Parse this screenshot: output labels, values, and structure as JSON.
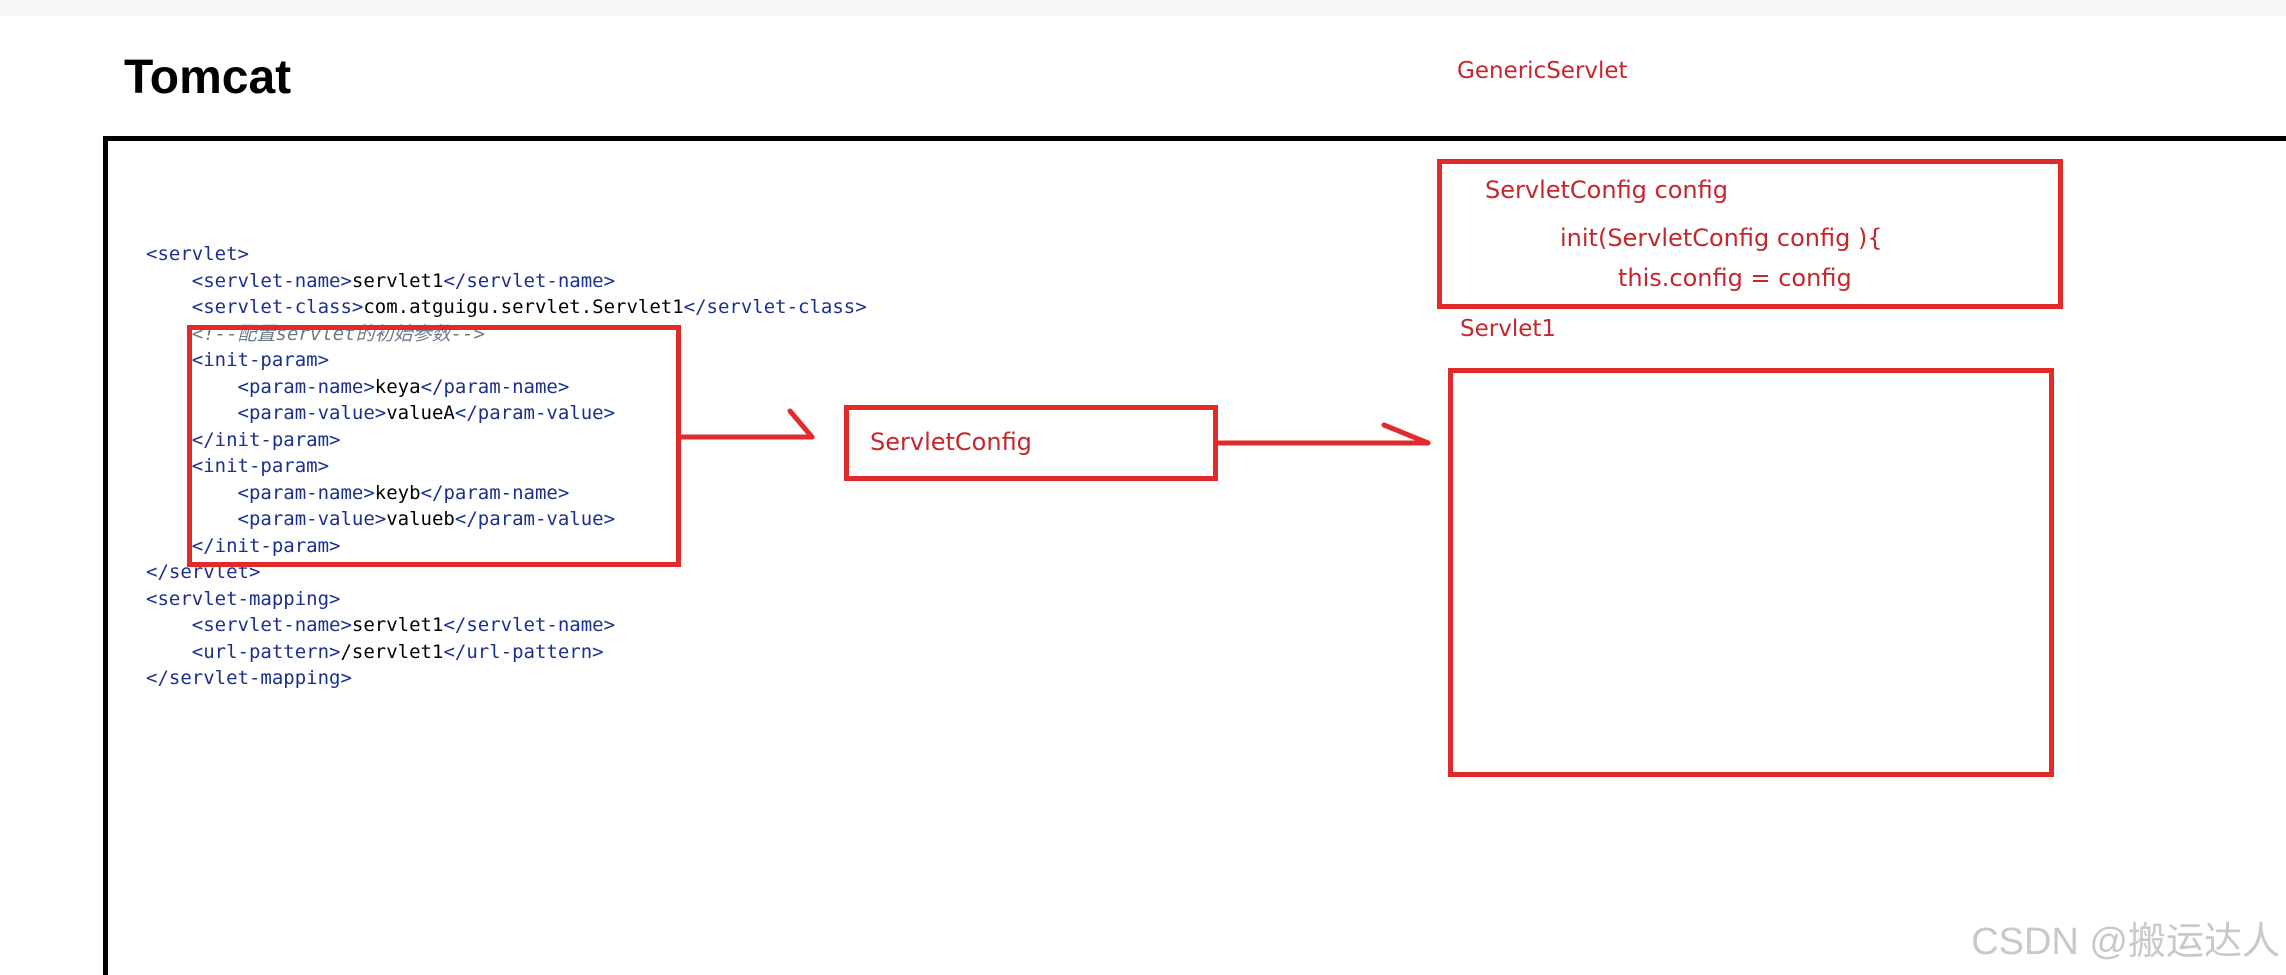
{
  "title": "Tomcat",
  "colors": {
    "accent_red": "#e12a2a",
    "label_red": "#c4272c",
    "tag_blue": "#1b2f8f"
  },
  "xml_lines": [
    {
      "indent": 0,
      "parts": [
        {
          "t": "tag",
          "v": "<servlet>"
        }
      ]
    },
    {
      "indent": 1,
      "parts": [
        {
          "t": "tag",
          "v": "<servlet-name>"
        },
        {
          "t": "plain",
          "v": "servlet1"
        },
        {
          "t": "tag",
          "v": "</servlet-name>"
        }
      ]
    },
    {
      "indent": 1,
      "parts": [
        {
          "t": "tag",
          "v": "<servlet-class>"
        },
        {
          "t": "plain",
          "v": "com.atguigu.servlet.Servlet1"
        },
        {
          "t": "tag",
          "v": "</servlet-class>"
        }
      ]
    },
    {
      "indent": 1,
      "parts": [
        {
          "t": "comment",
          "v": "<!--配置servlet的初始参数-->"
        }
      ]
    },
    {
      "indent": 1,
      "parts": [
        {
          "t": "tag",
          "v": "<init-param>"
        }
      ]
    },
    {
      "indent": 2,
      "parts": [
        {
          "t": "tag",
          "v": "<param-name>"
        },
        {
          "t": "plain",
          "v": "keya"
        },
        {
          "t": "tag",
          "v": "</param-name>"
        }
      ]
    },
    {
      "indent": 2,
      "parts": [
        {
          "t": "tag",
          "v": "<param-value>"
        },
        {
          "t": "plain",
          "v": "valueA"
        },
        {
          "t": "tag",
          "v": "</param-value>"
        }
      ]
    },
    {
      "indent": 1,
      "parts": [
        {
          "t": "tag",
          "v": "</init-param>"
        }
      ]
    },
    {
      "indent": 1,
      "parts": [
        {
          "t": "tag",
          "v": "<init-param>"
        }
      ]
    },
    {
      "indent": 2,
      "parts": [
        {
          "t": "tag",
          "v": "<param-name>"
        },
        {
          "t": "plain",
          "v": "keyb"
        },
        {
          "t": "tag",
          "v": "</param-name>"
        }
      ]
    },
    {
      "indent": 2,
      "parts": [
        {
          "t": "tag",
          "v": "<param-value>"
        },
        {
          "t": "plain",
          "v": "valueb"
        },
        {
          "t": "tag",
          "v": "</param-value>"
        }
      ]
    },
    {
      "indent": 1,
      "parts": [
        {
          "t": "tag",
          "v": "</init-param>"
        }
      ]
    },
    {
      "indent": 0,
      "parts": [
        {
          "t": "tag",
          "v": "</servlet>"
        }
      ]
    },
    {
      "indent": 0,
      "parts": [
        {
          "t": "tag",
          "v": "<servlet-mapping>"
        }
      ]
    },
    {
      "indent": 1,
      "parts": [
        {
          "t": "tag",
          "v": "<servlet-name>"
        },
        {
          "t": "plain",
          "v": "servlet1"
        },
        {
          "t": "tag",
          "v": "</servlet-name>"
        }
      ]
    },
    {
      "indent": 1,
      "parts": [
        {
          "t": "tag",
          "v": "<url-pattern>"
        },
        {
          "t": "plain",
          "v": "/servlet1"
        },
        {
          "t": "tag",
          "v": "</url-pattern>"
        }
      ]
    },
    {
      "indent": 0,
      "parts": [
        {
          "t": "tag",
          "v": "</servlet-mapping>"
        }
      ]
    }
  ],
  "servlet_config_box": {
    "label": "ServletConfig"
  },
  "generic_servlet": {
    "label": "GenericServlet",
    "field_line": "ServletConfig config",
    "init_line": "init(ServletConfig config ){",
    "assign_line": "this.config = config"
  },
  "servlet1": {
    "label": "Servlet1"
  },
  "watermark": "CSDN @搬运达人"
}
